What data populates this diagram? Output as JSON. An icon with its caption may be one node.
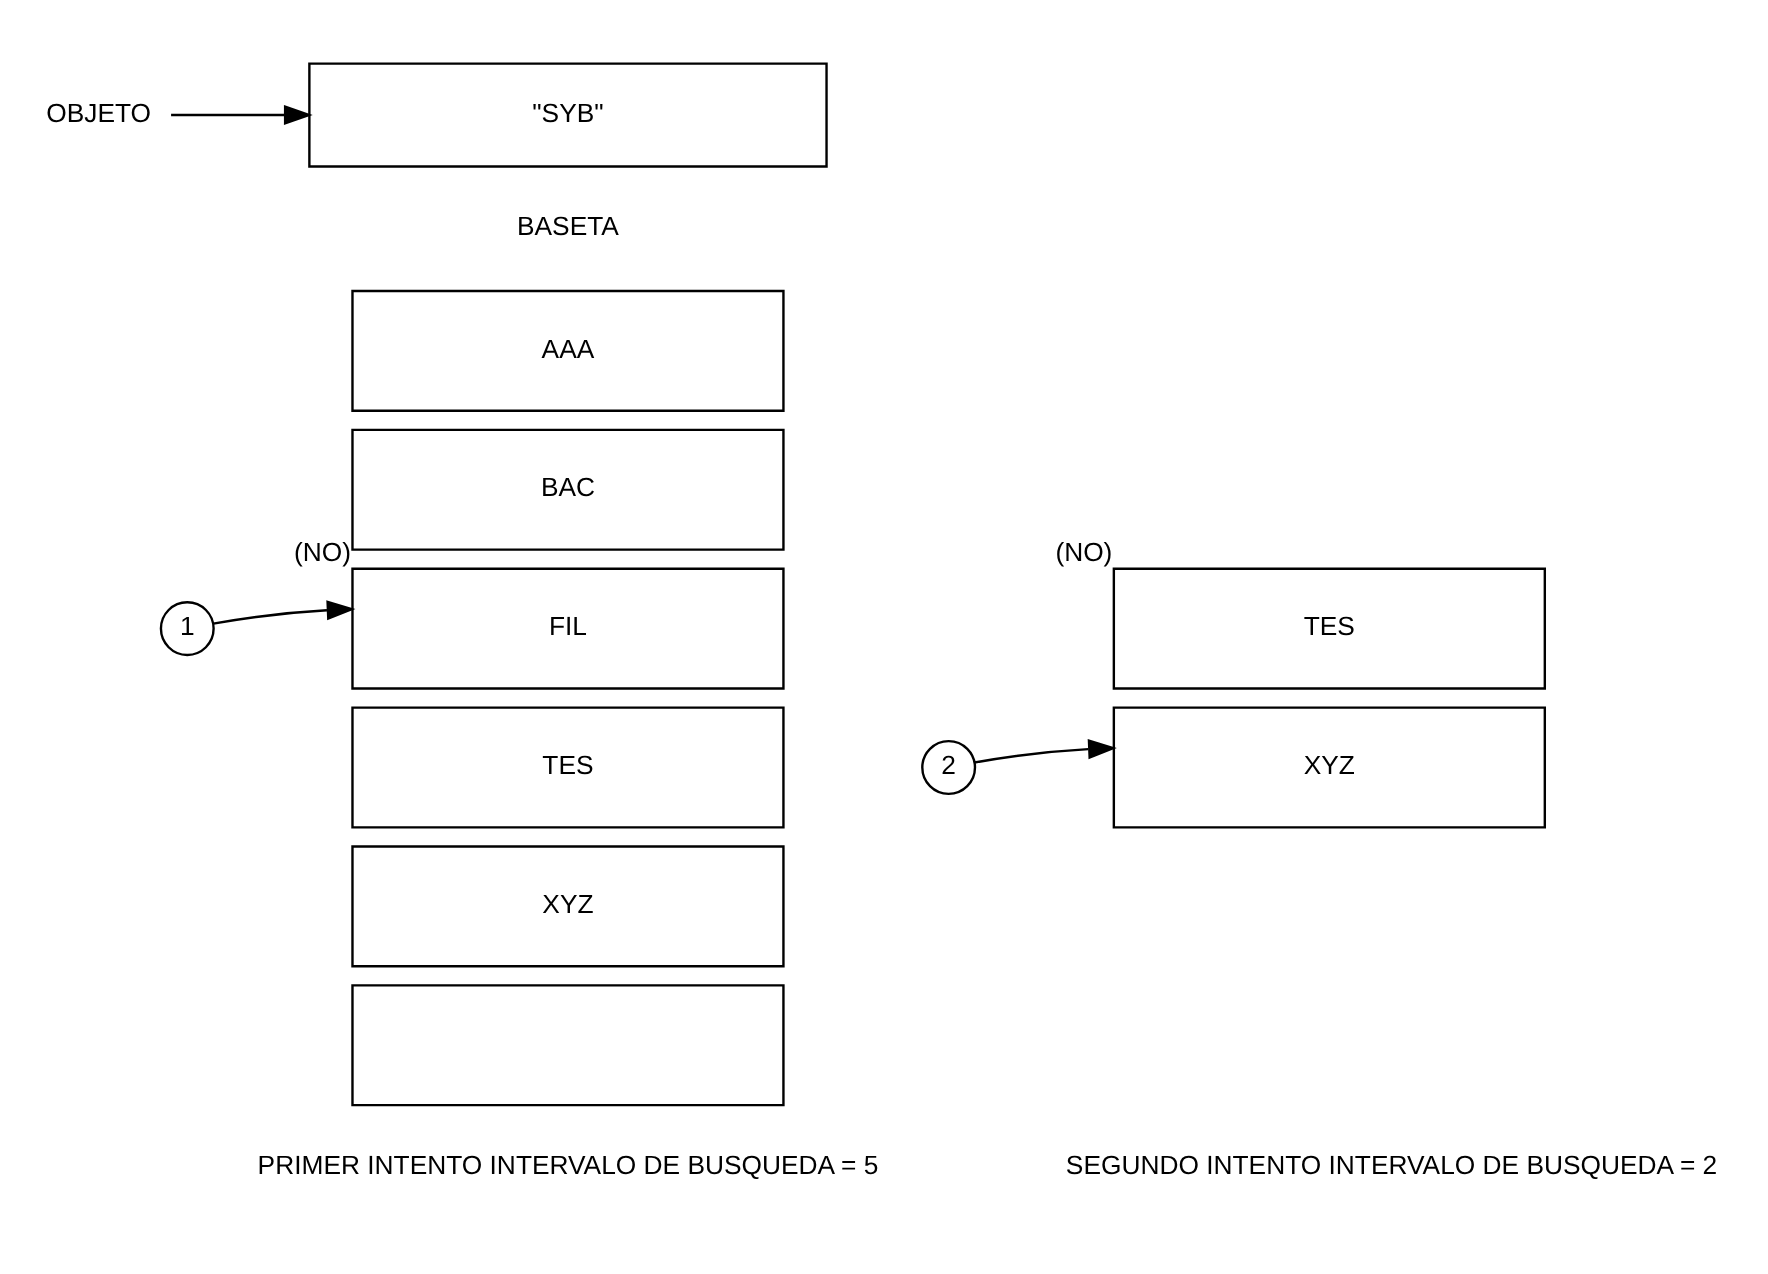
{
  "diagram": {
    "nodes": [
      {
        "text": [
          "OBJETO"
        ]
      },
      {
        "text": [
          "\"SYB\""
        ]
      },
      {
        "text": [
          "AAA"
        ]
      },
      {
        "text": [
          "BAC"
        ]
      },
      {
        "text": [
          "FIL"
        ],
        "beside": [
          "(NO)"
        ]
      },
      {
        "text": [
          "TES"
        ]
      },
      {
        "text": [
          "XYZ"
        ]
      },
      {
        "text": [],
        "shape": "box"
      },
      {
        "text": [
          "1"
        ]
      },
      {
        "text": [
          "TES"
        ],
        "beside": [
          "(NO)"
        ]
      },
      {
        "text": [
          "XYZ"
        ]
      },
      {
        "text": [
          "2"
        ]
      }
    ],
    "edges": [
      {
        "from": 0,
        "to": 1,
        "arrow": "to"
      },
      {
        "from": 8,
        "to": 4,
        "arrow": "to"
      },
      {
        "from": 11,
        "to": 10,
        "arrow": "to"
      }
    ],
    "labels": [
      "BASETA",
      "PRIMER INTENTO INTERVALO DE BUSQUEDA = 5",
      "SEGUNDO INTENTO INTERVALO DE BUSQUEDA = 2"
    ]
  }
}
